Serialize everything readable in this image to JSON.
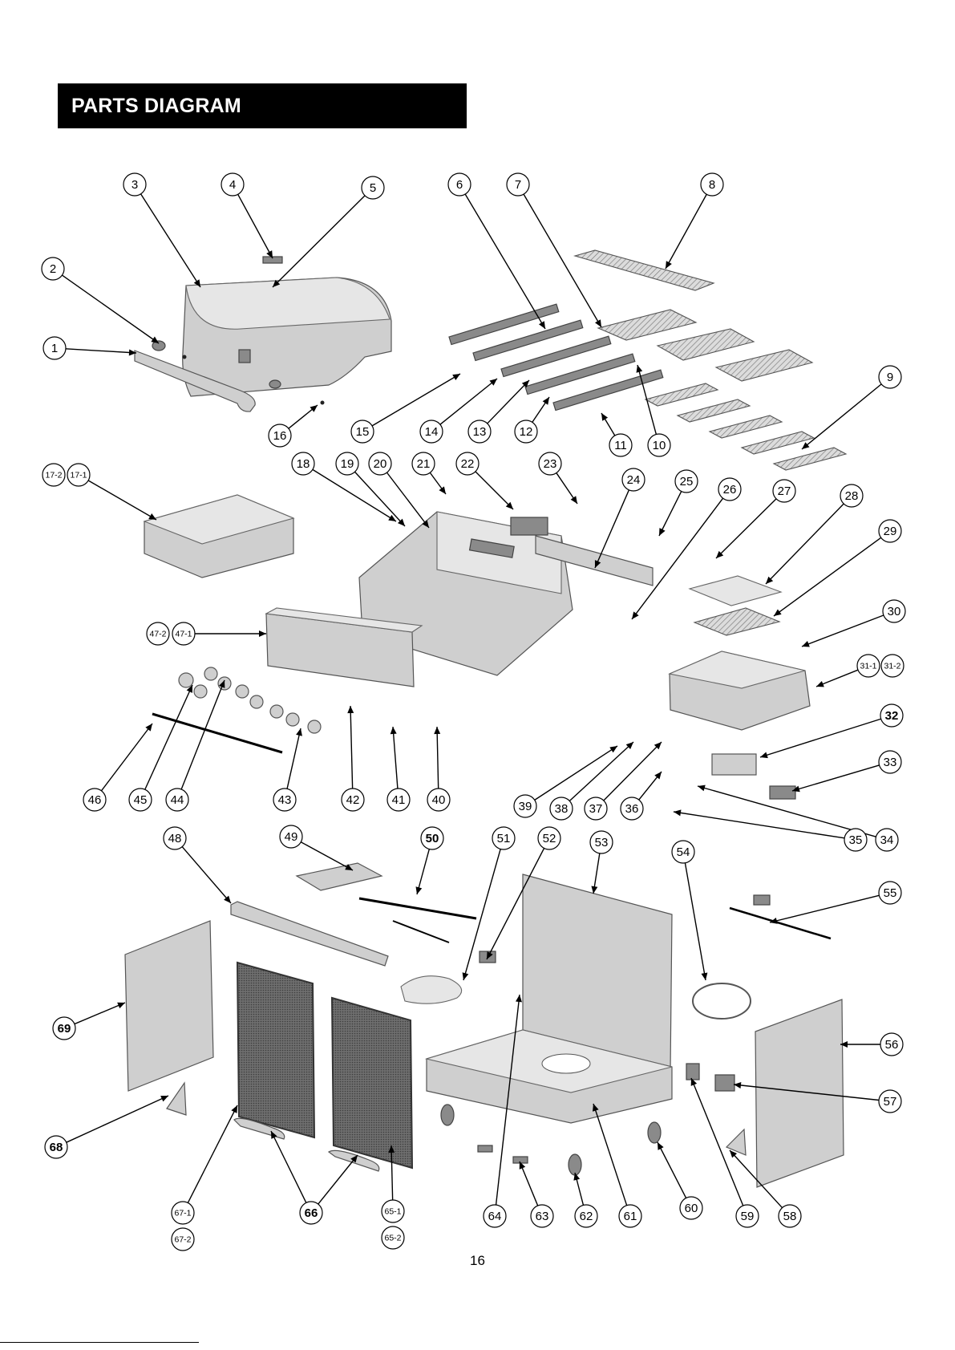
{
  "header": {
    "title": "PARTS DIAGRAM"
  },
  "page_number": "16",
  "callouts": [
    {
      "label": "1"
    },
    {
      "label": "2"
    },
    {
      "label": "3"
    },
    {
      "label": "4"
    },
    {
      "label": "5"
    },
    {
      "label": "6"
    },
    {
      "label": "7"
    },
    {
      "label": "8"
    },
    {
      "label": "9"
    },
    {
      "label": "10"
    },
    {
      "label": "11"
    },
    {
      "label": "12"
    },
    {
      "label": "13"
    },
    {
      "label": "14"
    },
    {
      "label": "15"
    },
    {
      "label": "16"
    },
    {
      "label": "17-2"
    },
    {
      "label": "17-1"
    },
    {
      "label": "18"
    },
    {
      "label": "19"
    },
    {
      "label": "20"
    },
    {
      "label": "21"
    },
    {
      "label": "22"
    },
    {
      "label": "23"
    },
    {
      "label": "24"
    },
    {
      "label": "25"
    },
    {
      "label": "26"
    },
    {
      "label": "27"
    },
    {
      "label": "28"
    },
    {
      "label": "29"
    },
    {
      "label": "30"
    },
    {
      "label": "31-1"
    },
    {
      "label": "31-2"
    },
    {
      "label": "32"
    },
    {
      "label": "33"
    },
    {
      "label": "34"
    },
    {
      "label": "35"
    },
    {
      "label": "36"
    },
    {
      "label": "37"
    },
    {
      "label": "38"
    },
    {
      "label": "39"
    },
    {
      "label": "40"
    },
    {
      "label": "41"
    },
    {
      "label": "42"
    },
    {
      "label": "43"
    },
    {
      "label": "44"
    },
    {
      "label": "45"
    },
    {
      "label": "46"
    },
    {
      "label": "47-2"
    },
    {
      "label": "47-1"
    },
    {
      "label": "48"
    },
    {
      "label": "49"
    },
    {
      "label": "50"
    },
    {
      "label": "51"
    },
    {
      "label": "52"
    },
    {
      "label": "53"
    },
    {
      "label": "54"
    },
    {
      "label": "55"
    },
    {
      "label": "56"
    },
    {
      "label": "57"
    },
    {
      "label": "58"
    },
    {
      "label": "59"
    },
    {
      "label": "60"
    },
    {
      "label": "61"
    },
    {
      "label": "62"
    },
    {
      "label": "63"
    },
    {
      "label": "64"
    },
    {
      "label": "65-1"
    },
    {
      "label": "65-2"
    },
    {
      "label": "66"
    },
    {
      "label": "67-1"
    },
    {
      "label": "67-2"
    },
    {
      "label": "68"
    },
    {
      "label": "69"
    }
  ]
}
